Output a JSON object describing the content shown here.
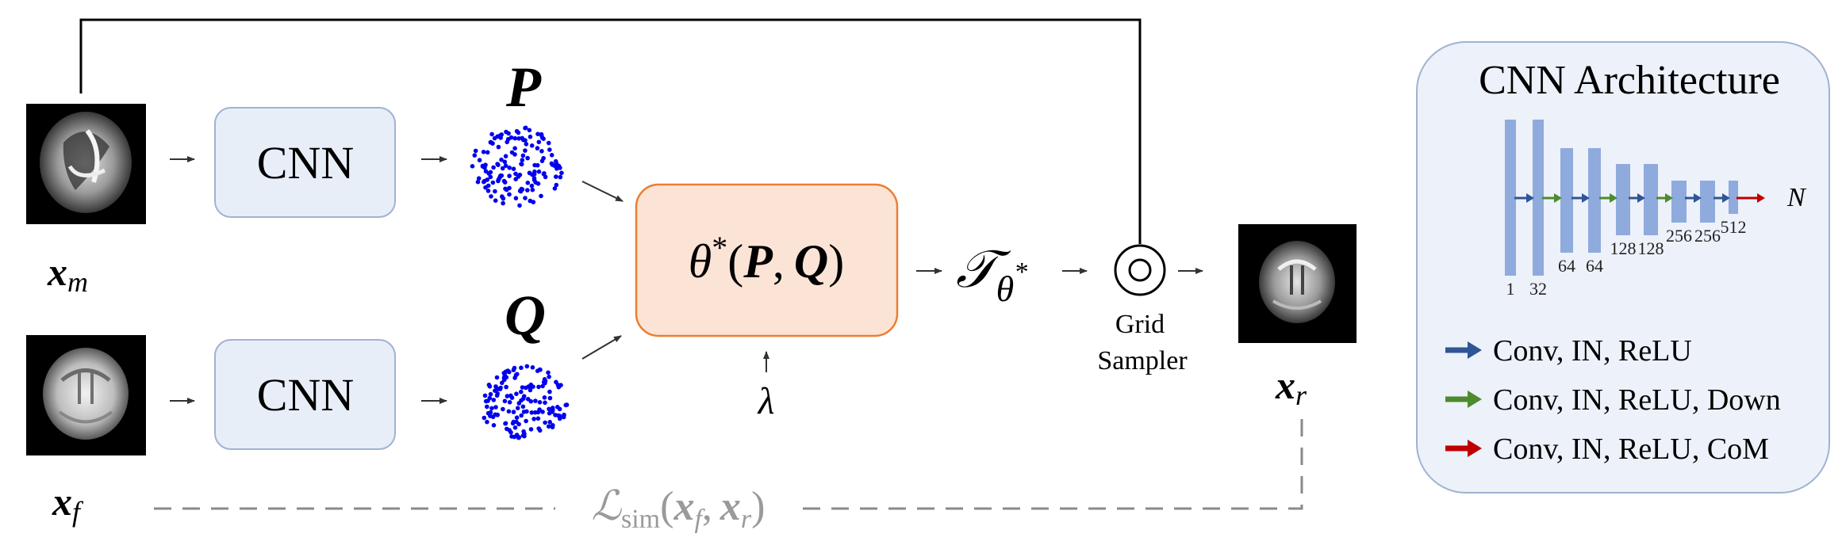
{
  "nodes": {
    "cnn_top": "CNN",
    "cnn_bottom": "CNN",
    "P": "P",
    "Q": "Q",
    "solver": {
      "theta": "θ",
      "star": "*",
      "open": "(",
      "P": "P",
      "comma": ",",
      "Q": "Q",
      "close": ")"
    },
    "transform": {
      "T": "𝒯",
      "sub_theta": "θ",
      "sub_star": "*"
    },
    "lambda": "λ",
    "sampler": {
      "line1": "Grid",
      "line2": "Sampler"
    }
  },
  "images": {
    "moving": {
      "var": "x",
      "sub": "m"
    },
    "fixed": {
      "var": "x",
      "sub": "f"
    },
    "result": {
      "var": "x",
      "sub": "r"
    }
  },
  "loss": {
    "L": "ℒ",
    "sub": "sim",
    "open": "(",
    "x1": "x",
    "x1_sub": "f",
    "comma": ",",
    "x2": "x",
    "x2_sub": "r",
    "close": ")"
  },
  "architecture": {
    "title": "CNN Architecture",
    "output_label": "N",
    "channels": [
      "1",
      "32",
      "64",
      "64",
      "128",
      "128",
      "256",
      "256",
      "512"
    ],
    "legend": [
      {
        "label": "Conv, IN, ReLU",
        "color": "#2f5597"
      },
      {
        "label": "Conv, IN, ReLU, Down",
        "color": "#4e8a2e"
      },
      {
        "label": "Conv, IN, ReLU, CoM",
        "color": "#c00000"
      }
    ]
  },
  "colors": {
    "cnn_box_fill": "#e8eef8",
    "cnn_box_stroke": "#9fb3d1",
    "solver_fill": "#fbe4d5",
    "solver_stroke": "#ed7d31",
    "points": "#0000ee",
    "panel_fill": "#edf1f9",
    "bar_fill": "#8faadc",
    "loss_gray": "#9a9a9a"
  }
}
